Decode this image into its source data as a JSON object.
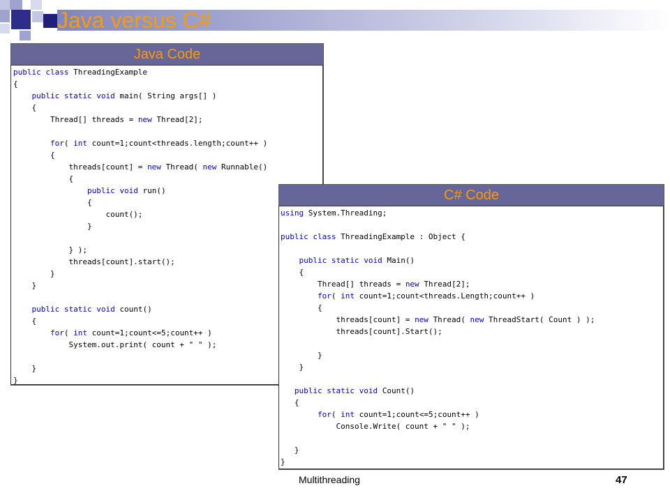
{
  "slide": {
    "title": "Java versus C#",
    "footer": "Multithreading",
    "page_number": "47"
  },
  "java": {
    "header": "Java Code",
    "lines": [
      [
        [
          "kw",
          "public class "
        ],
        [
          "t",
          "ThreadingExample"
        ]
      ],
      [
        [
          "t",
          "{"
        ]
      ],
      [
        [
          "t",
          "    "
        ],
        [
          "kw",
          "public static void "
        ],
        [
          "t",
          "main( String args[] )"
        ]
      ],
      [
        [
          "t",
          "    {"
        ]
      ],
      [
        [
          "t",
          "        Thread[] threads = "
        ],
        [
          "kw",
          "new "
        ],
        [
          "t",
          "Thread[2];"
        ]
      ],
      [
        [
          "t",
          ""
        ]
      ],
      [
        [
          "t",
          "        "
        ],
        [
          "kw",
          "for"
        ],
        [
          "t",
          "( "
        ],
        [
          "kw",
          "int "
        ],
        [
          "t",
          "count=1;count<threads.length;count++ )"
        ]
      ],
      [
        [
          "t",
          "        {"
        ]
      ],
      [
        [
          "t",
          "            threads[count] = "
        ],
        [
          "kw",
          "new "
        ],
        [
          "t",
          "Thread( "
        ],
        [
          "kw",
          "new "
        ],
        [
          "t",
          "Runnable()"
        ]
      ],
      [
        [
          "t",
          "            {"
        ]
      ],
      [
        [
          "t",
          "                "
        ],
        [
          "kw",
          "public void "
        ],
        [
          "t",
          "run()"
        ]
      ],
      [
        [
          "t",
          "                {"
        ]
      ],
      [
        [
          "t",
          "                    count();"
        ]
      ],
      [
        [
          "t",
          "                }"
        ]
      ],
      [
        [
          "t",
          ""
        ]
      ],
      [
        [
          "t",
          "            } );"
        ]
      ],
      [
        [
          "t",
          "            threads[count].start();"
        ]
      ],
      [
        [
          "t",
          "        }"
        ]
      ],
      [
        [
          "t",
          "    }"
        ]
      ],
      [
        [
          "t",
          ""
        ]
      ],
      [
        [
          "t",
          "    "
        ],
        [
          "kw",
          "public static void "
        ],
        [
          "t",
          "count()"
        ]
      ],
      [
        [
          "t",
          "    {"
        ]
      ],
      [
        [
          "t",
          "        "
        ],
        [
          "kw",
          "for"
        ],
        [
          "t",
          "( "
        ],
        [
          "kw",
          "int "
        ],
        [
          "t",
          "count=1;count<=5;count++ )"
        ]
      ],
      [
        [
          "t",
          "            System.out.print( count + \" \" );"
        ]
      ],
      [
        [
          "t",
          ""
        ]
      ],
      [
        [
          "t",
          "    }"
        ]
      ],
      [
        [
          "t",
          "}"
        ]
      ]
    ]
  },
  "csharp": {
    "header": "C# Code",
    "lines": [
      [
        [
          "kw",
          "using "
        ],
        [
          "t",
          "System.Threading;"
        ]
      ],
      [
        [
          "t",
          ""
        ]
      ],
      [
        [
          "kw",
          "public class "
        ],
        [
          "t",
          "ThreadingExample : Object {"
        ]
      ],
      [
        [
          "t",
          ""
        ]
      ],
      [
        [
          "t",
          "    "
        ],
        [
          "kw",
          "public static void "
        ],
        [
          "t",
          "Main()"
        ]
      ],
      [
        [
          "t",
          "    {"
        ]
      ],
      [
        [
          "t",
          "        Thread[] threads = "
        ],
        [
          "kw",
          "new "
        ],
        [
          "t",
          "Thread[2];"
        ]
      ],
      [
        [
          "t",
          "        "
        ],
        [
          "kw",
          "for"
        ],
        [
          "t",
          "( "
        ],
        [
          "kw",
          "int "
        ],
        [
          "t",
          "count=1;count<threads.Length;count++ )"
        ]
      ],
      [
        [
          "t",
          "        {"
        ]
      ],
      [
        [
          "t",
          "            threads[count] = "
        ],
        [
          "kw",
          "new "
        ],
        [
          "t",
          "Thread( "
        ],
        [
          "kw",
          "new "
        ],
        [
          "t",
          "ThreadStart( Count ) );"
        ]
      ],
      [
        [
          "t",
          "            threads[count].Start();"
        ]
      ],
      [
        [
          "t",
          ""
        ]
      ],
      [
        [
          "t",
          "        }"
        ]
      ],
      [
        [
          "t",
          "    }"
        ]
      ],
      [
        [
          "t",
          ""
        ]
      ],
      [
        [
          "t",
          "   "
        ],
        [
          "kw",
          "public static void "
        ],
        [
          "t",
          "Count()"
        ]
      ],
      [
        [
          "t",
          "   {"
        ]
      ],
      [
        [
          "t",
          "        "
        ],
        [
          "kw",
          "for"
        ],
        [
          "t",
          "( "
        ],
        [
          "kw",
          "int "
        ],
        [
          "t",
          "count=1;count<=5;count++ )"
        ]
      ],
      [
        [
          "t",
          "            Console.Write( count + \" \" );"
        ]
      ],
      [
        [
          "t",
          ""
        ]
      ],
      [
        [
          "t",
          "   }"
        ]
      ],
      [
        [
          "t",
          "}"
        ]
      ]
    ]
  },
  "colors": {
    "title": "#ff9900",
    "header_bg": "#666699",
    "header_text": "#ff9900",
    "keyword": "#0000cc"
  }
}
